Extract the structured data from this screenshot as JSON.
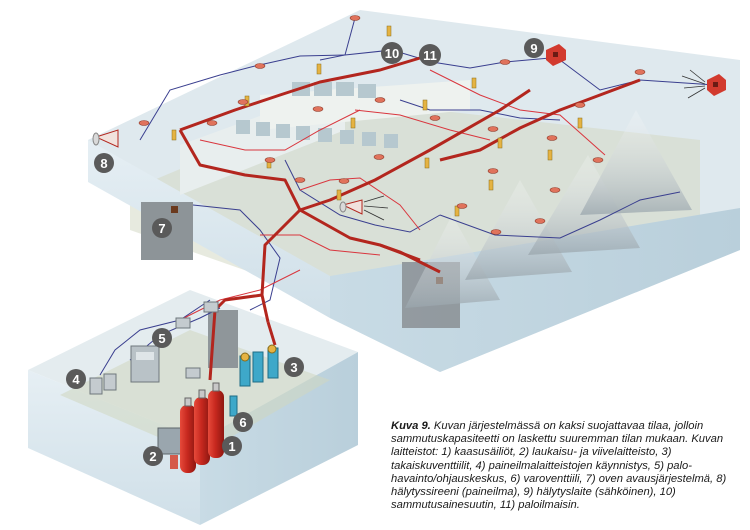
{
  "figure": {
    "caption_label": "Kuva 9.",
    "caption_text": "Kuvan järjestelmässä on kaksi suojattavaa tilaa, jolloin sammutuskapasiteetti on laskettu suuremman tilan mukaan.",
    "legend_text": "Kuvan laitteistot: 1) kaasusäiliöt, 2) laukaisu- ja viivelaitteisto, 3) takaiskuventtiilit, 4) paineilmalaitteistojen käynnistys, 5) palo-havainto/ohjauskeskus, 6) varoventtiili, 7) oven avausjärjestelmä, 8) hälytyssireeni (paineilma), 9) hälytyslaite (sähköinen), 10) sammutusainesuutin, 11) paloilmaisin.",
    "callouts": [
      "1",
      "2",
      "3",
      "4",
      "5",
      "6",
      "7",
      "8",
      "9",
      "10",
      "11"
    ]
  },
  "colors": {
    "pipe": "#b3261e",
    "wire_blue": "#3a3f8f",
    "wire_red": "#d9363e",
    "room_wall": "#d9e7ee",
    "room_floor": "#c9d6b8",
    "badge": "#5a5a5a"
  }
}
